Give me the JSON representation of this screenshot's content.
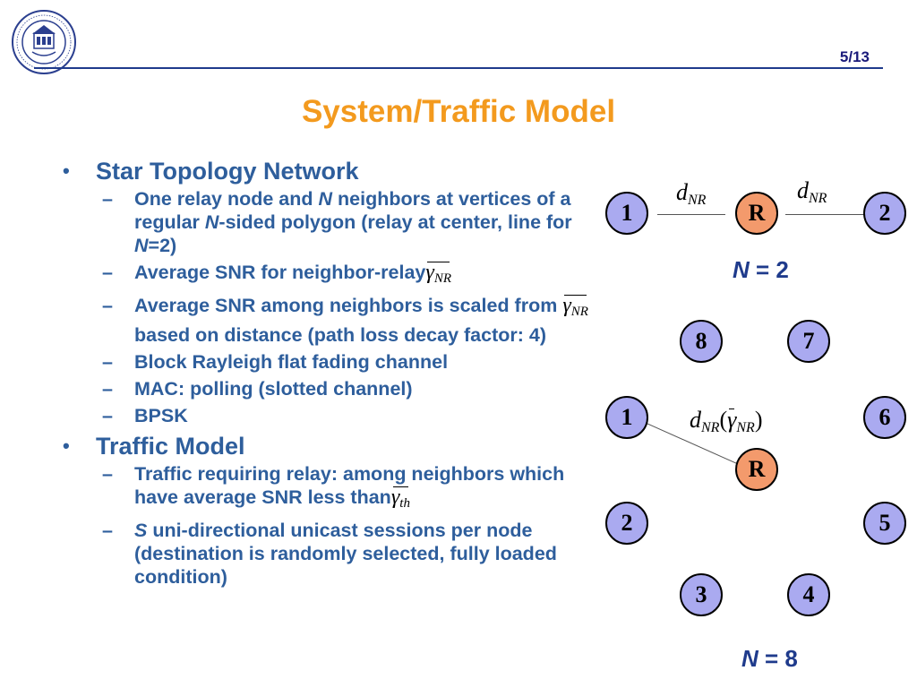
{
  "page_number": "5/13",
  "title": "System/Traffic Model",
  "sections": [
    {
      "heading": "Star Topology Network",
      "items": {
        "a": {
          "p1": "One relay node and ",
          "p2": "N",
          "p3": " neighbors at vertices of a regular ",
          "p4": "N",
          "p5": "-sided polygon (relay at center, line for ",
          "p6": "N",
          "p7": "=2)"
        },
        "b": {
          "text": "Average SNR for neighbor-relay",
          "sym": "γ",
          "sub": "NR"
        },
        "c": {
          "p1": "Average SNR among neighbors is scaled from ",
          "sym": "γ",
          "sub": "NR",
          "p2": " based on distance (path loss decay factor: 4)"
        },
        "d": "Block Rayleigh flat fading channel",
        "e": "MAC: polling (slotted channel)",
        "f": "BPSK"
      }
    },
    {
      "heading": "Traffic Model",
      "items": {
        "a": {
          "text": "Traffic requiring relay: among neighbors which have average SNR less than",
          "sym": "γ",
          "sub": "th"
        },
        "b": {
          "p1": "S",
          "p2": " uni-directional unicast sessions per node (destination is randomly selected, fully loaded condition)"
        }
      }
    }
  ],
  "diagram": {
    "top": {
      "nodes": [
        "1",
        "R",
        "2"
      ],
      "link_label": {
        "d": "d",
        "sub": "NR"
      },
      "caption": {
        "n": "N",
        "rest": " = 2"
      }
    },
    "bottom": {
      "nodes": [
        "8",
        "7",
        "1",
        "6",
        "R",
        "2",
        "5",
        "3",
        "4"
      ],
      "link_label": {
        "d": "d",
        "sub": "NR",
        "open": "(",
        "sym": "γ",
        "sub2": "NR",
        "close": ")"
      },
      "caption": {
        "n": "N",
        "rest": " = 8"
      }
    }
  },
  "colors": {
    "title": "#f39a1e",
    "text": "#2e5e9c",
    "node": "#aaaaf0",
    "relay": "#f39a6c"
  }
}
